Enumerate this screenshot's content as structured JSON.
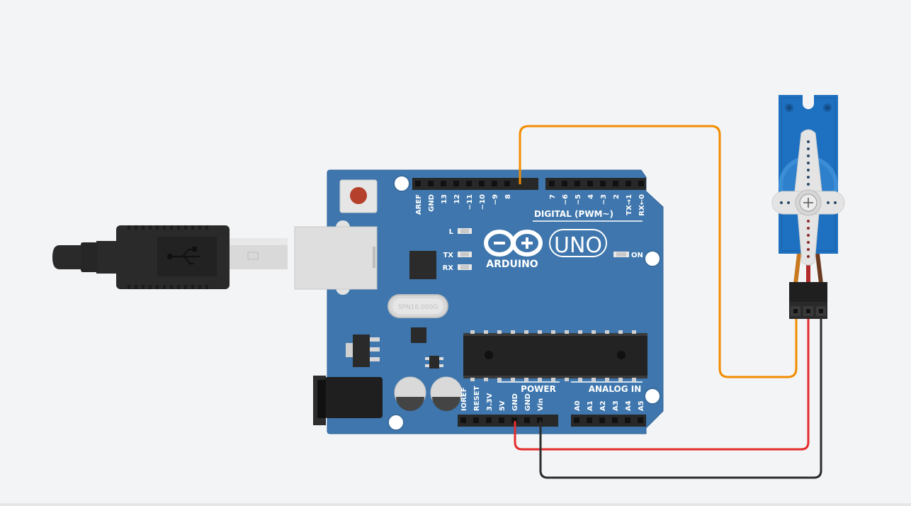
{
  "board": {
    "brand": "ARDUINO",
    "model": "UNO",
    "digital_header_label": "DIGITAL (PWM~)",
    "power_header_label": "POWER",
    "analog_header_label": "ANALOG IN",
    "crystal_label": "SPN16.000G",
    "led_l": "L",
    "led_tx": "TX",
    "led_rx": "RX",
    "led_on": "ON",
    "digital_pins_left": [
      "AREF",
      "GND",
      "13",
      "12",
      "~11",
      "~10",
      "~9",
      "8"
    ],
    "digital_pins_right": [
      "7",
      "~6",
      "~5",
      "4",
      "~3",
      "2",
      "TX→1",
      "RX←0"
    ],
    "power_pins": [
      "IOREF",
      "RESET",
      "3.3V",
      "5V",
      "GND",
      "GND",
      "Vin"
    ],
    "analog_pins": [
      "A0",
      "A1",
      "A2",
      "A3",
      "A4",
      "A5"
    ]
  },
  "wires": {
    "signal_color": "#f28c00",
    "power_color": "#e52d2d",
    "ground_color": "#2b2b2b"
  },
  "colors": {
    "board": "#3e76ad",
    "background": "#f3f4f5",
    "servo_body": "#1e70c1"
  }
}
